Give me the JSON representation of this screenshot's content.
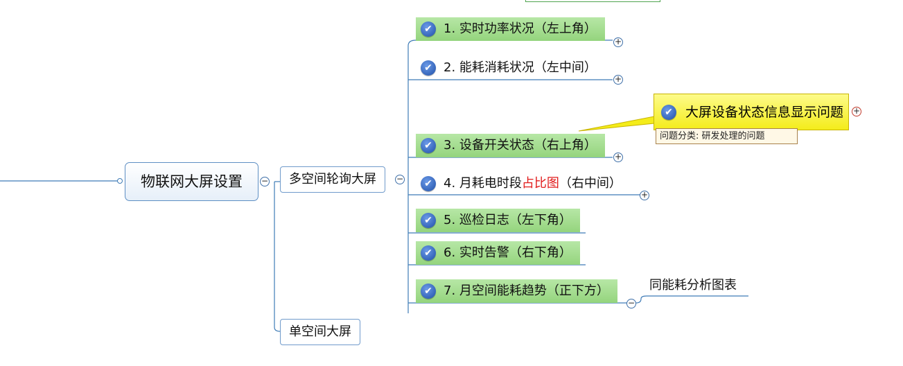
{
  "root": {
    "label": "物联网大屏设置"
  },
  "branches": [
    {
      "label": "多空间轮询大屏",
      "children": [
        {
          "label": "1. 实时功率状况（左上角）"
        },
        {
          "label": "2. 能耗消耗状况（左中间）"
        },
        {
          "label": "3. 设备开关状态（右上角）"
        },
        {
          "label_pre": "4. 月耗电时段",
          "label_red": "占比图",
          "label_post": "（右中间）"
        },
        {
          "label": "5. 巡检日志（左下角）"
        },
        {
          "label": "6. 实时告警（右下角）"
        },
        {
          "label": "7. 月空间能耗趋势（正下方）",
          "child": "同能耗分析图表"
        }
      ]
    },
    {
      "label": "单空间大屏"
    }
  ],
  "callout": {
    "label": "大屏设备状态信息显示问题",
    "tag": "问题分类: 研发处理的问题"
  },
  "symbols": {
    "expand": "+",
    "collapse": "−",
    "check": "✔"
  },
  "colors": {
    "link": "#3e7bb6",
    "leaf_highlight": "#a6df91",
    "callout_fill": "#f7ef2b",
    "accent_red": "#e11b1b"
  }
}
